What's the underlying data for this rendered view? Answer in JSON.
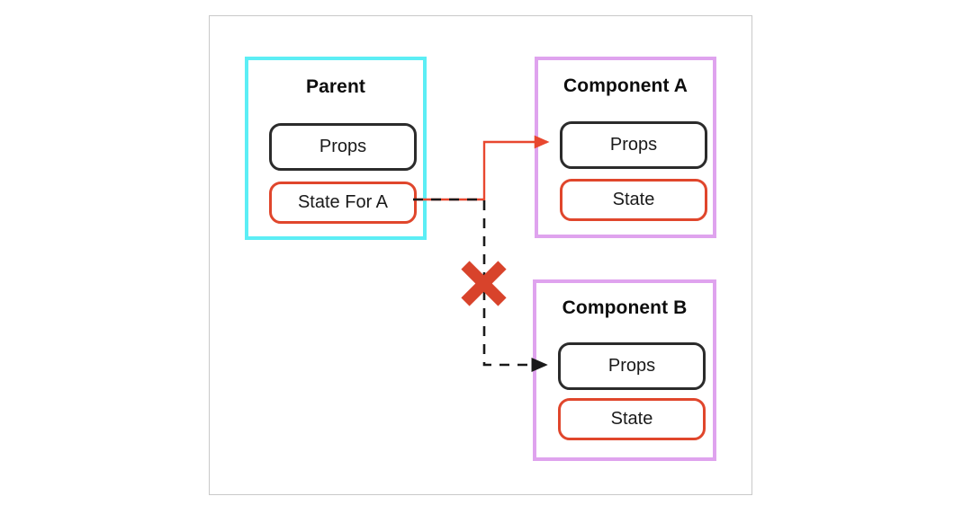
{
  "diagram": {
    "title_visible": false,
    "colors": {
      "frame_border": "#c9c9c9",
      "parent_border": "#5CEEF5",
      "component_border": "#DFA3EE",
      "props_border": "#2b2b2b",
      "state_border": "#E0462C",
      "allowed_flow": "#E8472F",
      "blocked_flow": "#1a1a1a",
      "cross_mark": "#D8432B",
      "background": "#ffffff"
    },
    "groups": [
      {
        "id": "parent",
        "title": "Parent",
        "boxes": [
          {
            "id": "parent-props",
            "label": "Props",
            "kind": "props"
          },
          {
            "id": "parent-state",
            "label": "State For A",
            "kind": "state"
          }
        ]
      },
      {
        "id": "component-a",
        "title": "Component A",
        "boxes": [
          {
            "id": "a-props",
            "label": "Props",
            "kind": "props"
          },
          {
            "id": "a-state",
            "label": "State",
            "kind": "state"
          }
        ]
      },
      {
        "id": "component-b",
        "title": "Component B",
        "boxes": [
          {
            "id": "b-props",
            "label": "Props",
            "kind": "props"
          },
          {
            "id": "b-state",
            "label": "State",
            "kind": "state"
          }
        ]
      }
    ],
    "connectors": [
      {
        "id": "state-to-a-props",
        "from": "parent-state",
        "to": "a-props",
        "style": "solid",
        "color": "#E8472F",
        "arrow": true,
        "status": "allowed"
      },
      {
        "id": "state-to-b-props",
        "from": "parent-state",
        "to": "b-props",
        "style": "dashed",
        "color": "#1a1a1a",
        "arrow": true,
        "status": "blocked"
      }
    ],
    "annotations": [
      {
        "id": "cross-mark",
        "icon": "cross-icon",
        "glyph": "✖",
        "color": "#D8432B",
        "meaning": "blocked"
      }
    ]
  }
}
